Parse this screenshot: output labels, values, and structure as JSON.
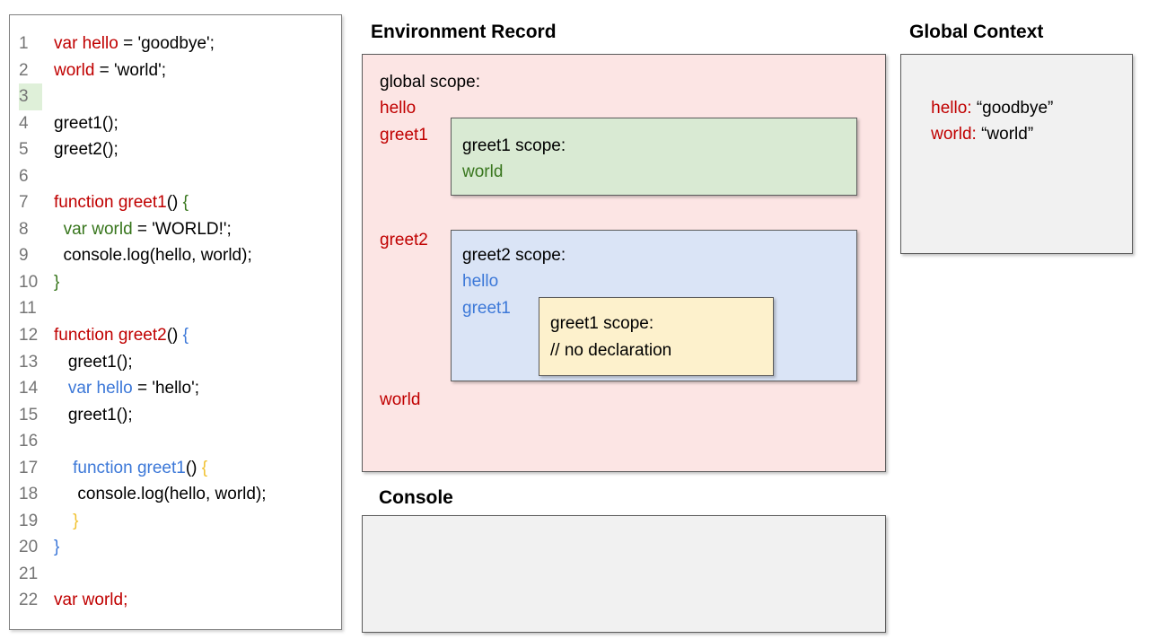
{
  "colors": {
    "red": "#c00000",
    "green": "#38761d",
    "blue": "#3c78d8",
    "yellow": "#f1c232",
    "black": "#000000",
    "line_number": "#757575",
    "line_highlight": "#dff0d9",
    "pink_fill": "#fce5e4",
    "green_fill": "#d9ead3",
    "blue_fill": "#dae4f6",
    "yellow_fill": "#fdf1cc",
    "gray_fill": "#f1f1f1"
  },
  "code_panel": {
    "lines": [
      {
        "num": "1",
        "highlight": false,
        "segments": [
          {
            "text": "var hello",
            "color": "red"
          },
          {
            "text": " = 'goodbye';",
            "color": "black"
          }
        ]
      },
      {
        "num": "2",
        "highlight": false,
        "segments": [
          {
            "text": "world",
            "color": "red"
          },
          {
            "text": " = 'world';",
            "color": "black"
          }
        ]
      },
      {
        "num": "3",
        "highlight": true,
        "segments": []
      },
      {
        "num": "4",
        "highlight": false,
        "segments": [
          {
            "text": "greet1();",
            "color": "black"
          }
        ]
      },
      {
        "num": "5",
        "highlight": false,
        "segments": [
          {
            "text": "greet2();",
            "color": "black"
          }
        ]
      },
      {
        "num": "6",
        "highlight": false,
        "segments": []
      },
      {
        "num": "7",
        "highlight": false,
        "segments": [
          {
            "text": "function greet1",
            "color": "red"
          },
          {
            "text": "() ",
            "color": "black"
          },
          {
            "text": "{",
            "color": "green"
          }
        ]
      },
      {
        "num": "8",
        "highlight": false,
        "segments": [
          {
            "text": "  ",
            "color": "black"
          },
          {
            "text": "var world",
            "color": "green"
          },
          {
            "text": " = 'WORLD!';",
            "color": "black"
          }
        ]
      },
      {
        "num": "9",
        "highlight": false,
        "segments": [
          {
            "text": "  console.log(hello, world);",
            "color": "black"
          }
        ]
      },
      {
        "num": "10",
        "highlight": false,
        "segments": [
          {
            "text": "}",
            "color": "green"
          }
        ]
      },
      {
        "num": "11",
        "highlight": false,
        "segments": []
      },
      {
        "num": "12",
        "highlight": false,
        "segments": [
          {
            "text": "function greet2",
            "color": "red"
          },
          {
            "text": "() ",
            "color": "black"
          },
          {
            "text": "{",
            "color": "blue"
          }
        ]
      },
      {
        "num": "13",
        "highlight": false,
        "segments": [
          {
            "text": "   greet1();",
            "color": "black"
          }
        ]
      },
      {
        "num": "14",
        "highlight": false,
        "segments": [
          {
            "text": "   ",
            "color": "black"
          },
          {
            "text": "var hello",
            "color": "blue"
          },
          {
            "text": " = 'hello';",
            "color": "black"
          }
        ]
      },
      {
        "num": "15",
        "highlight": false,
        "segments": [
          {
            "text": "   greet1();",
            "color": "black"
          }
        ]
      },
      {
        "num": "16",
        "highlight": false,
        "segments": []
      },
      {
        "num": "17",
        "highlight": false,
        "segments": [
          {
            "text": "    ",
            "color": "black"
          },
          {
            "text": "function greet1",
            "color": "blue"
          },
          {
            "text": "() ",
            "color": "black"
          },
          {
            "text": "{",
            "color": "yellow"
          }
        ]
      },
      {
        "num": "18",
        "highlight": false,
        "segments": [
          {
            "text": "     console.log(hello, world);",
            "color": "black"
          }
        ]
      },
      {
        "num": "19",
        "highlight": false,
        "segments": [
          {
            "text": "    ",
            "color": "black"
          },
          {
            "text": "}",
            "color": "yellow"
          }
        ]
      },
      {
        "num": "20",
        "highlight": false,
        "segments": [
          {
            "text": "}",
            "color": "blue"
          }
        ]
      },
      {
        "num": "21",
        "highlight": false,
        "segments": []
      },
      {
        "num": "22",
        "highlight": false,
        "segments": [
          {
            "text": "var world;",
            "color": "red"
          }
        ]
      }
    ]
  },
  "environment_record": {
    "title": "Environment Record",
    "global_scope": {
      "label": "global scope:",
      "vars": [
        {
          "text": "hello",
          "color": "red"
        },
        {
          "text": "greet1",
          "color": "red"
        },
        {
          "text": "greet2",
          "color": "red"
        },
        {
          "text": "world",
          "color": "red"
        }
      ]
    },
    "greet1_scope": {
      "label": "greet1 scope:",
      "vars": [
        {
          "text": "world",
          "color": "green"
        }
      ]
    },
    "greet2_scope": {
      "label": "greet2 scope:",
      "vars": [
        {
          "text": "hello",
          "color": "blue"
        },
        {
          "text": "greet1",
          "color": "blue"
        }
      ]
    },
    "greet1_inner_scope": {
      "label": "greet1 scope:",
      "comment": "// no declaration"
    }
  },
  "global_context": {
    "title": "Global Context",
    "entries": [
      {
        "name": "hello:",
        "name_color": "red",
        "value": " “goodbye”"
      },
      {
        "name": "world:",
        "name_color": "red",
        "value": " “world”"
      }
    ]
  },
  "console_panel": {
    "title": "Console",
    "content": ""
  }
}
